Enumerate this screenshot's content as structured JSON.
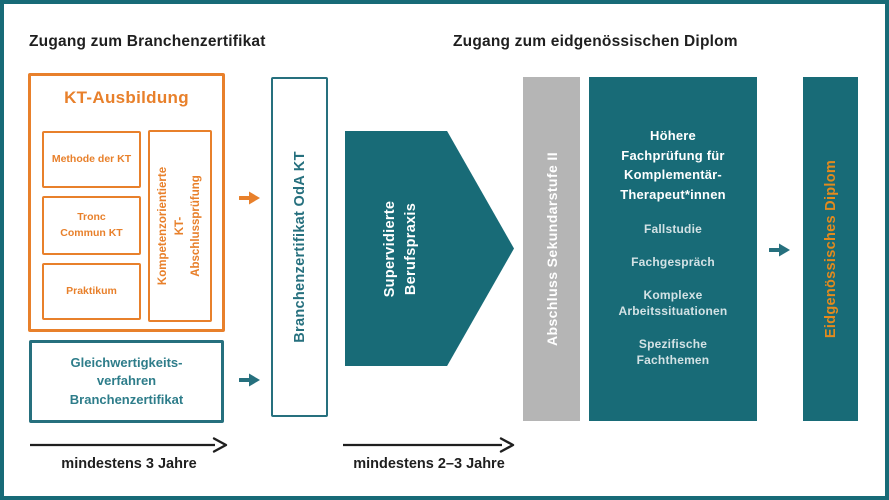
{
  "colors": {
    "teal_fill": "#186B77",
    "teal_line": "#26707E",
    "orange": "#E8802B",
    "diploma_orange": "#E38A1D",
    "gray": "#B5B5B5",
    "text_dark": "#1F1F1F"
  },
  "headings": {
    "left": "Zugang zum Branchenzertifikat",
    "right": "Zugang zum eidgenössischen Diplom"
  },
  "kt_ausbildung": {
    "title": "KT-Ausbildung",
    "module_methode": "Methode der KT",
    "module_tronc": "Tronc\nCommun KT",
    "module_praktikum": "Praktikum",
    "abschlusspruefung": "Kompetenzorientierte\nKT-Abschlussprüfung"
  },
  "gleichwertigkeit": "Gleichwertigkeits-\nverfahren\nBranchenzertifikat",
  "branchenzertifikat_bar": "Branchenzertifikat OdA KT",
  "berufspraxis_chevron": "Supervidierte\nBerufspraxis",
  "sekundarstufe_bar": "Abschluss Sekundarstufe II",
  "hoehere_fachpruefung": {
    "title": "Höhere\nFachprüfung für\nKomplementär-\nTherapeut*innen",
    "item_fallstudie": "Fallstudie",
    "item_fachgespraech": "Fachgespräch",
    "item_komplexe": "Komplexe\nArbeitssituationen",
    "item_spezifische": "Spezifische\nFachthemen"
  },
  "diplom_bar": "Eidgenössisches Diplom",
  "timelines": {
    "left": "mindestens 3 Jahre",
    "right": "mindestens 2–3 Jahre"
  }
}
